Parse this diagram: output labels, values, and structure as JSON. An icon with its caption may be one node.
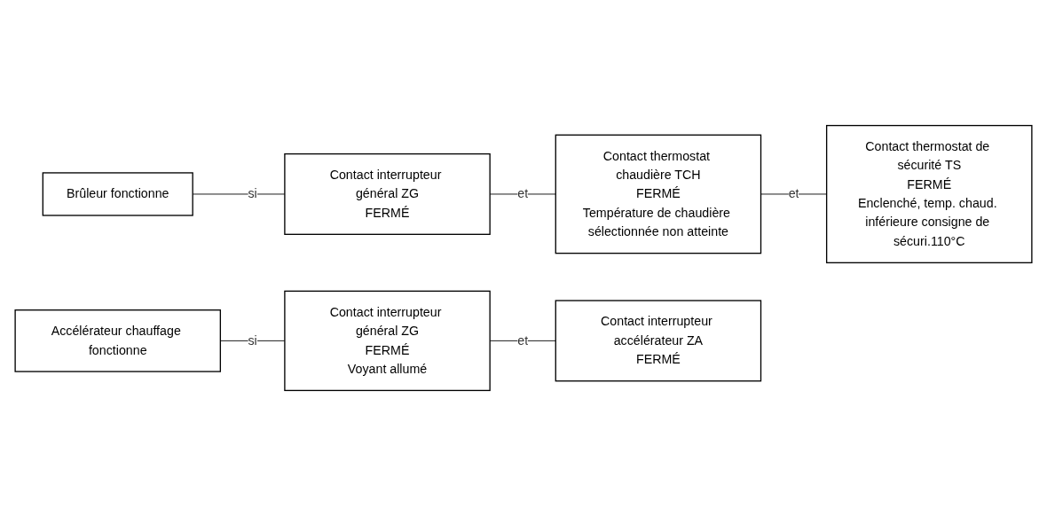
{
  "diagram": {
    "nodes": [
      {
        "text": [
          "Brûleur fonctionne"
        ]
      },
      {
        "text": [
          "Contact interrupteur général ZG",
          "FERMÉ"
        ]
      },
      {
        "text": [
          "Contact thermostat chaudière TCH",
          "FERMÉ",
          "Température de chaudière sélectionnée non atteinte"
        ]
      },
      {
        "text": [
          "Contact thermostat de sécurité TS",
          "FERMÉ",
          "Enclenché, temp. chaud. inférieure consigne de sécuri.110°C"
        ]
      },
      {
        "text": [
          "Accélérateur chauffage fonctionne"
        ]
      },
      {
        "text": [
          "Contact interrupteur général ZG",
          "FERMÉ",
          "Voyant allumé"
        ]
      },
      {
        "text": [
          "Contact interrupteur accélérateur ZA",
          "FERMÉ"
        ]
      }
    ],
    "edges": [
      {
        "from": 0,
        "to": 1,
        "arrow": "none",
        "label": "si"
      },
      {
        "from": 1,
        "to": 2,
        "arrow": "none",
        "label": "et"
      },
      {
        "from": 2,
        "to": 3,
        "arrow": "none",
        "label": "et"
      },
      {
        "from": 4,
        "to": 5,
        "arrow": "none",
        "label": "si"
      },
      {
        "from": 5,
        "to": 6,
        "arrow": "none",
        "label": "et"
      }
    ]
  }
}
